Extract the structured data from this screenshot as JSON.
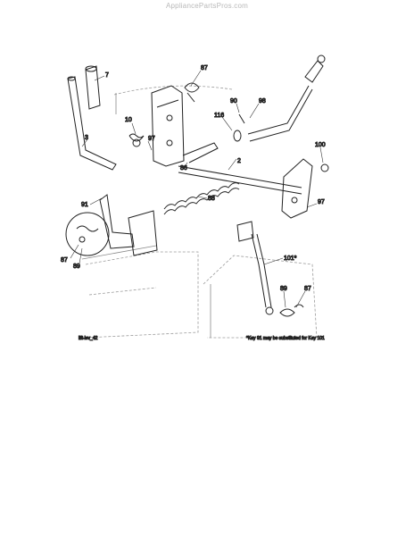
{
  "watermark": "AppliancePartsPros.com",
  "callouts": [
    "7",
    "87",
    "90",
    "98",
    "116",
    "10",
    "97",
    "86",
    "2",
    "100",
    "3",
    "88",
    "91",
    "97",
    "87",
    "89",
    "101*",
    "89",
    "87"
  ],
  "drawing_code": "lift-lev_42",
  "footnote": "*Key 91 may be substituted for Key 101"
}
